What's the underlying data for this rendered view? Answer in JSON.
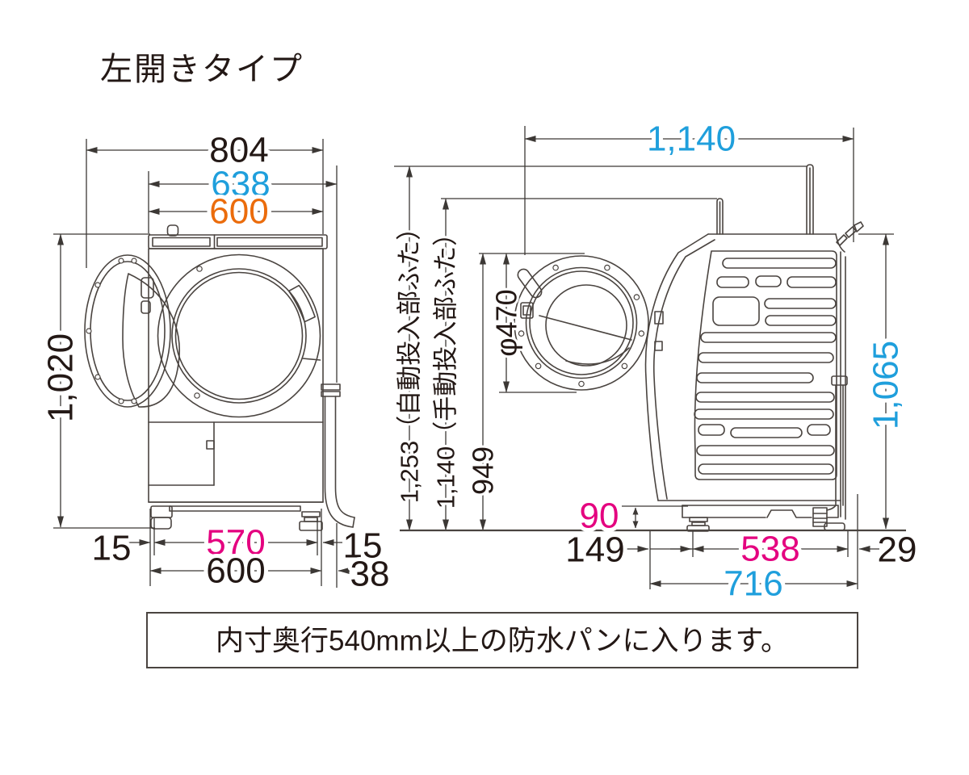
{
  "title": "左開きタイプ",
  "colors": {
    "line": "#4a4440",
    "text": "#231815",
    "cyan": "#1f9fdc",
    "orange": "#eb6c0c",
    "magenta": "#e4007f"
  },
  "front": {
    "total_width": "804",
    "width_with_hose": "638",
    "body_width": "600",
    "height": "1,020",
    "left_foot_gap": "15",
    "feet_span": "570",
    "right_foot_gap": "15",
    "body_width_bottom": "600",
    "hose_protrusion": "38"
  },
  "side": {
    "total_depth": "1,140",
    "auto_lid_height": "1,253（自動投入部ふた）",
    "manual_lid_height": "1,140（手動投入部ふた）",
    "door_top_height": "949",
    "door_diameter": "φ470",
    "rear_hose_height": "1,065",
    "base_clearance": "90",
    "front_overhang": "149",
    "feet_span": "538",
    "rear_gap": "29",
    "base_depth": "716"
  },
  "note": {
    "text": "内寸奥行540mm以上の防水パンに入ります。"
  }
}
